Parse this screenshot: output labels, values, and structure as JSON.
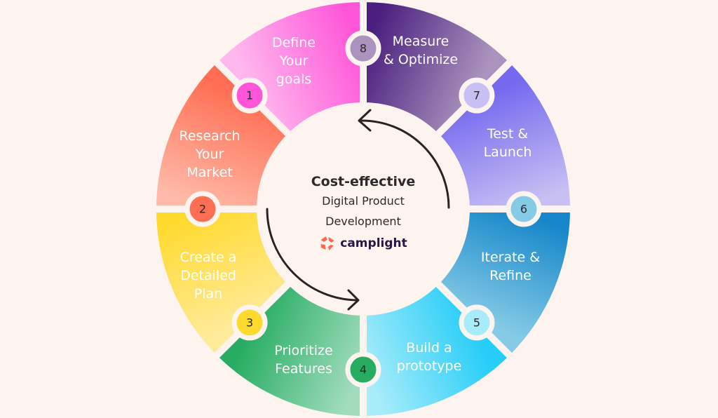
{
  "background": "#fdf4ef",
  "center": {
    "title": "Cost-effective",
    "subtitle_line1": "Digital Product",
    "subtitle_line2": "Development",
    "logo_text": "camplight",
    "logo_color": "#ff6a4d"
  },
  "steps": [
    {
      "number": "1",
      "lines": [
        "Define",
        "Your",
        "goals"
      ],
      "colors": [
        "#ff55d8",
        "#ffb8ee"
      ]
    },
    {
      "number": "2",
      "lines": [
        "Research",
        "Your",
        "Market"
      ],
      "colors": [
        "#ff6e52",
        "#ffb9a8"
      ]
    },
    {
      "number": "3",
      "lines": [
        "Create a",
        "Detailed",
        "Plan"
      ],
      "colors": [
        "#ffda2e",
        "#ffea99"
      ]
    },
    {
      "number": "4",
      "lines": [
        "Prioritize",
        "Features"
      ],
      "colors": [
        "#27ad62",
        "#a2dcbd"
      ]
    },
    {
      "number": "5",
      "lines": [
        "Build a",
        "prototype"
      ],
      "colors": [
        "#a8ecfa",
        "#25cdf7"
      ]
    },
    {
      "number": "6",
      "lines": [
        "Iterate &",
        "Refine"
      ],
      "colors": [
        "#86cbe6",
        "#1586c9"
      ]
    },
    {
      "number": "7",
      "lines": [
        "Test &",
        "Launch"
      ],
      "colors": [
        "#c8c0f2",
        "#7469ef"
      ]
    },
    {
      "number": "8",
      "lines": [
        "Measure",
        "& Optimize"
      ],
      "colors": [
        "#ab93bd",
        "#4a1f7f"
      ]
    }
  ]
}
